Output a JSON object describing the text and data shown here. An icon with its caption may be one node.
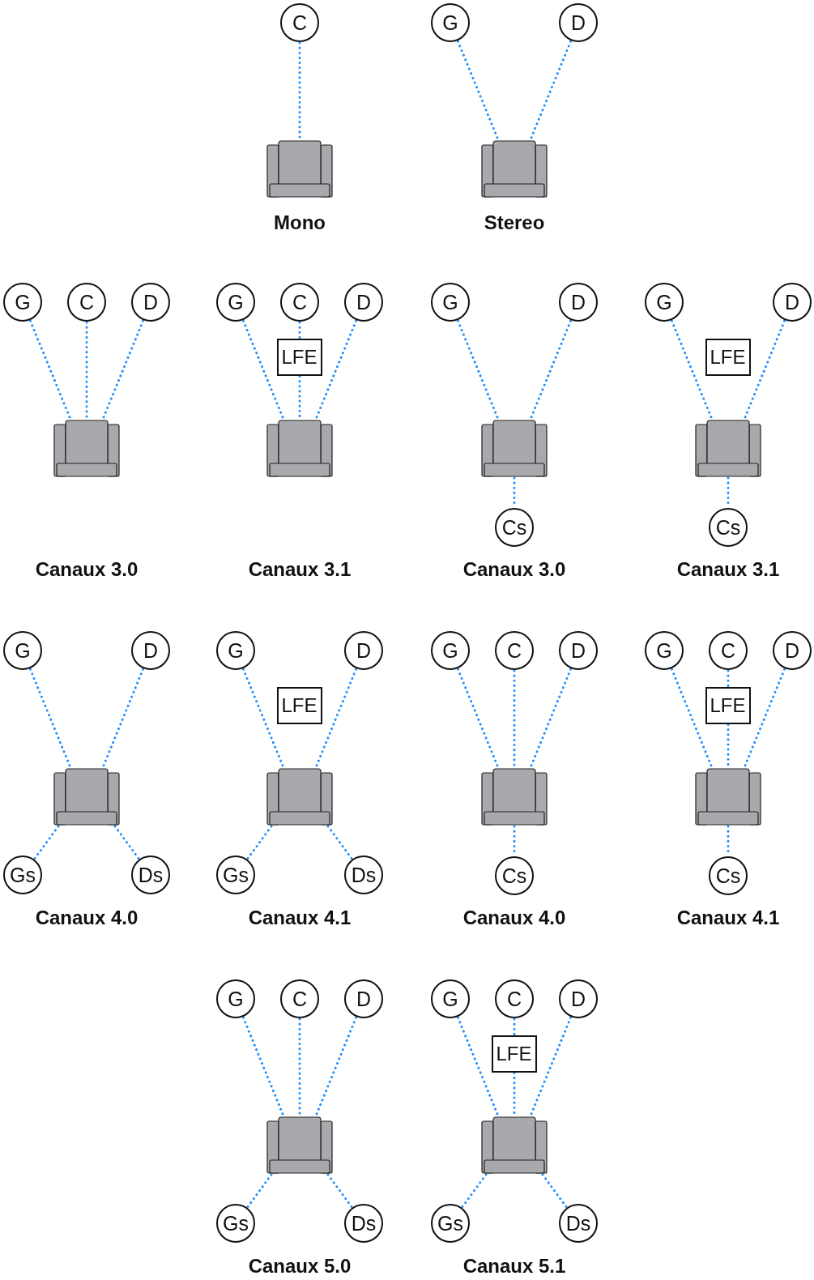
{
  "diagram": {
    "nodes": [
      {
        "text": [
          "C"
        ]
      },
      {
        "text": [],
        "shape": "chair"
      },
      {
        "text": [
          "G"
        ]
      },
      {
        "text": [
          "D"
        ]
      },
      {
        "text": [],
        "shape": "chair"
      },
      {
        "text": [
          "G"
        ]
      },
      {
        "text": [
          "C"
        ]
      },
      {
        "text": [
          "D"
        ]
      },
      {
        "text": [],
        "shape": "chair"
      },
      {
        "text": [
          "G"
        ]
      },
      {
        "text": [
          "C"
        ]
      },
      {
        "text": [
          "D"
        ]
      },
      {
        "text": [
          "LFE"
        ]
      },
      {
        "text": [],
        "shape": "chair"
      },
      {
        "text": [
          "G"
        ]
      },
      {
        "text": [
          "D"
        ]
      },
      {
        "text": [],
        "shape": "chair"
      },
      {
        "text": [
          "Cs"
        ]
      },
      {
        "text": [
          "G"
        ]
      },
      {
        "text": [
          "D"
        ]
      },
      {
        "text": [
          "LFE"
        ]
      },
      {
        "text": [],
        "shape": "chair"
      },
      {
        "text": [
          "Cs"
        ]
      },
      {
        "text": [
          "G"
        ]
      },
      {
        "text": [
          "D"
        ]
      },
      {
        "text": [],
        "shape": "chair"
      },
      {
        "text": [
          "Gs"
        ]
      },
      {
        "text": [
          "Ds"
        ]
      },
      {
        "text": [
          "G"
        ]
      },
      {
        "text": [
          "D"
        ]
      },
      {
        "text": [
          "LFE"
        ]
      },
      {
        "text": [],
        "shape": "chair"
      },
      {
        "text": [
          "Gs"
        ]
      },
      {
        "text": [
          "Ds"
        ]
      },
      {
        "text": [
          "G"
        ]
      },
      {
        "text": [
          "C"
        ]
      },
      {
        "text": [
          "D"
        ]
      },
      {
        "text": [],
        "shape": "chair"
      },
      {
        "text": [
          "Cs"
        ]
      },
      {
        "text": [
          "G"
        ]
      },
      {
        "text": [
          "C"
        ]
      },
      {
        "text": [
          "D"
        ]
      },
      {
        "text": [
          "LFE"
        ]
      },
      {
        "text": [],
        "shape": "chair"
      },
      {
        "text": [
          "Cs"
        ]
      },
      {
        "text": [
          "G"
        ]
      },
      {
        "text": [
          "C"
        ]
      },
      {
        "text": [
          "D"
        ]
      },
      {
        "text": [],
        "shape": "chair"
      },
      {
        "text": [
          "Gs"
        ]
      },
      {
        "text": [
          "Ds"
        ]
      },
      {
        "text": [
          "G"
        ]
      },
      {
        "text": [
          "C"
        ]
      },
      {
        "text": [
          "D"
        ]
      },
      {
        "text": [
          "LFE"
        ]
      },
      {
        "text": [],
        "shape": "chair"
      },
      {
        "text": [
          "Gs"
        ]
      },
      {
        "text": [
          "Ds"
        ]
      }
    ],
    "labels": [
      "Mono",
      "Stereo",
      "Canaux 3.0",
      "Canaux 3.1",
      "Canaux 3.0",
      "Canaux 3.1",
      "Canaux 4.0",
      "Canaux 4.1",
      "Canaux 4.0",
      "Canaux 4.1",
      "Canaux 5.0",
      "Canaux 5.1"
    ],
    "edges": [
      {
        "from": 0,
        "to": 1,
        "arrow": "none"
      },
      {
        "from": 2,
        "to": 4,
        "arrow": "none"
      },
      {
        "from": 3,
        "to": 4,
        "arrow": "none"
      },
      {
        "from": 5,
        "to": 8,
        "arrow": "none"
      },
      {
        "from": 6,
        "to": 8,
        "arrow": "none"
      },
      {
        "from": 7,
        "to": 8,
        "arrow": "none"
      },
      {
        "from": 9,
        "to": 13,
        "arrow": "none"
      },
      {
        "from": 10,
        "to": 12,
        "arrow": "none"
      },
      {
        "from": 12,
        "to": 13,
        "arrow": "none"
      },
      {
        "from": 11,
        "to": 13,
        "arrow": "none"
      },
      {
        "from": 14,
        "to": 16,
        "arrow": "none"
      },
      {
        "from": 15,
        "to": 16,
        "arrow": "none"
      },
      {
        "from": 16,
        "to": 17,
        "arrow": "none"
      },
      {
        "from": 18,
        "to": 21,
        "arrow": "none"
      },
      {
        "from": 19,
        "to": 21,
        "arrow": "none"
      },
      {
        "from": 21,
        "to": 22,
        "arrow": "none"
      },
      {
        "from": 23,
        "to": 25,
        "arrow": "none"
      },
      {
        "from": 24,
        "to": 25,
        "arrow": "none"
      },
      {
        "from": 25,
        "to": 26,
        "arrow": "none"
      },
      {
        "from": 25,
        "to": 27,
        "arrow": "none"
      },
      {
        "from": 28,
        "to": 31,
        "arrow": "none"
      },
      {
        "from": 29,
        "to": 31,
        "arrow": "none"
      },
      {
        "from": 31,
        "to": 32,
        "arrow": "none"
      },
      {
        "from": 31,
        "to": 33,
        "arrow": "none"
      },
      {
        "from": 34,
        "to": 37,
        "arrow": "none"
      },
      {
        "from": 35,
        "to": 37,
        "arrow": "none"
      },
      {
        "from": 36,
        "to": 37,
        "arrow": "none"
      },
      {
        "from": 37,
        "to": 38,
        "arrow": "none"
      },
      {
        "from": 39,
        "to": 43,
        "arrow": "none"
      },
      {
        "from": 40,
        "to": 42,
        "arrow": "none"
      },
      {
        "from": 42,
        "to": 43,
        "arrow": "none"
      },
      {
        "from": 41,
        "to": 43,
        "arrow": "none"
      },
      {
        "from": 43,
        "to": 44,
        "arrow": "none"
      },
      {
        "from": 45,
        "to": 48,
        "arrow": "none"
      },
      {
        "from": 46,
        "to": 48,
        "arrow": "none"
      },
      {
        "from": 47,
        "to": 48,
        "arrow": "none"
      },
      {
        "from": 48,
        "to": 49,
        "arrow": "none"
      },
      {
        "from": 48,
        "to": 50,
        "arrow": "none"
      },
      {
        "from": 51,
        "to": 55,
        "arrow": "none"
      },
      {
        "from": 52,
        "to": 54,
        "arrow": "none"
      },
      {
        "from": 54,
        "to": 55,
        "arrow": "none"
      },
      {
        "from": 53,
        "to": 55,
        "arrow": "none"
      },
      {
        "from": 55,
        "to": 56,
        "arrow": "none"
      },
      {
        "from": 55,
        "to": 57,
        "arrow": "none"
      }
    ]
  }
}
